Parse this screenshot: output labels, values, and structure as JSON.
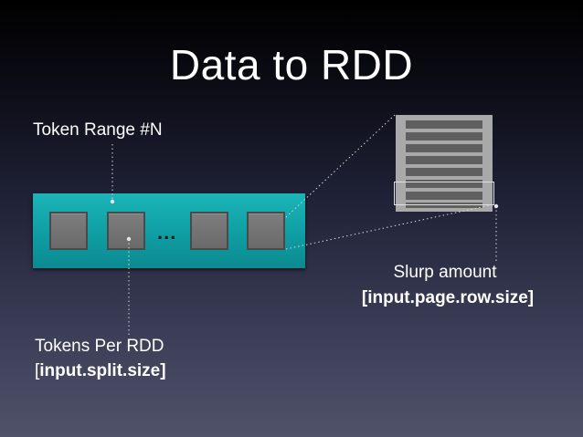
{
  "slide": {
    "title": "Data to RDD"
  },
  "labels": {
    "token_range": "Token Range #N",
    "slurp_amount": "Slurp amount",
    "page_row_size": "[input.page.row.size]",
    "tokens_per_rdd": "Tokens Per RDD",
    "split_size_bracket": "[",
    "split_size": "input.split.size]",
    "ellipsis": "..."
  },
  "colors": {
    "background_top": "#000000",
    "background_bottom": "#50526a",
    "token_bar": "#0f9ea3",
    "token_block": "#6f6f6f",
    "page_stack": "#a9a9a9",
    "page_row": "#5f5f5f"
  },
  "diagram": {
    "token_blocks": 4,
    "page_rows": 8
  }
}
